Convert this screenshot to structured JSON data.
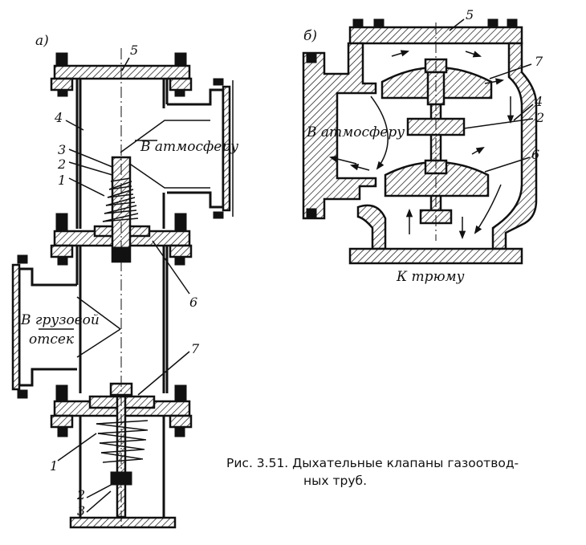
{
  "panel_labels": {
    "a": "а)",
    "b": "б)"
  },
  "flow_labels": {
    "atmosphere_a": "В атмосферу",
    "atmosphere_b": "В атмосферу",
    "cargo_line1": "В грузовой",
    "cargo_line2": "отсек",
    "hold": "К трюму"
  },
  "part_numbers": {
    "a_1_top": "1",
    "a_2_top": "2",
    "a_3_top": "3",
    "a_4": "4",
    "a_5": "5",
    "a_6": "6",
    "a_7": "7",
    "a_1_bottom": "1",
    "a_2_bottom": "2",
    "a_3_bottom": "3",
    "b_2": "2",
    "b_4": "4",
    "b_5": "5",
    "b_6": "6",
    "b_7": "7"
  },
  "caption": {
    "line1": "Рис. 3.51. Дыхательные клапаны газоотвод-",
    "line2": "ных труб."
  }
}
